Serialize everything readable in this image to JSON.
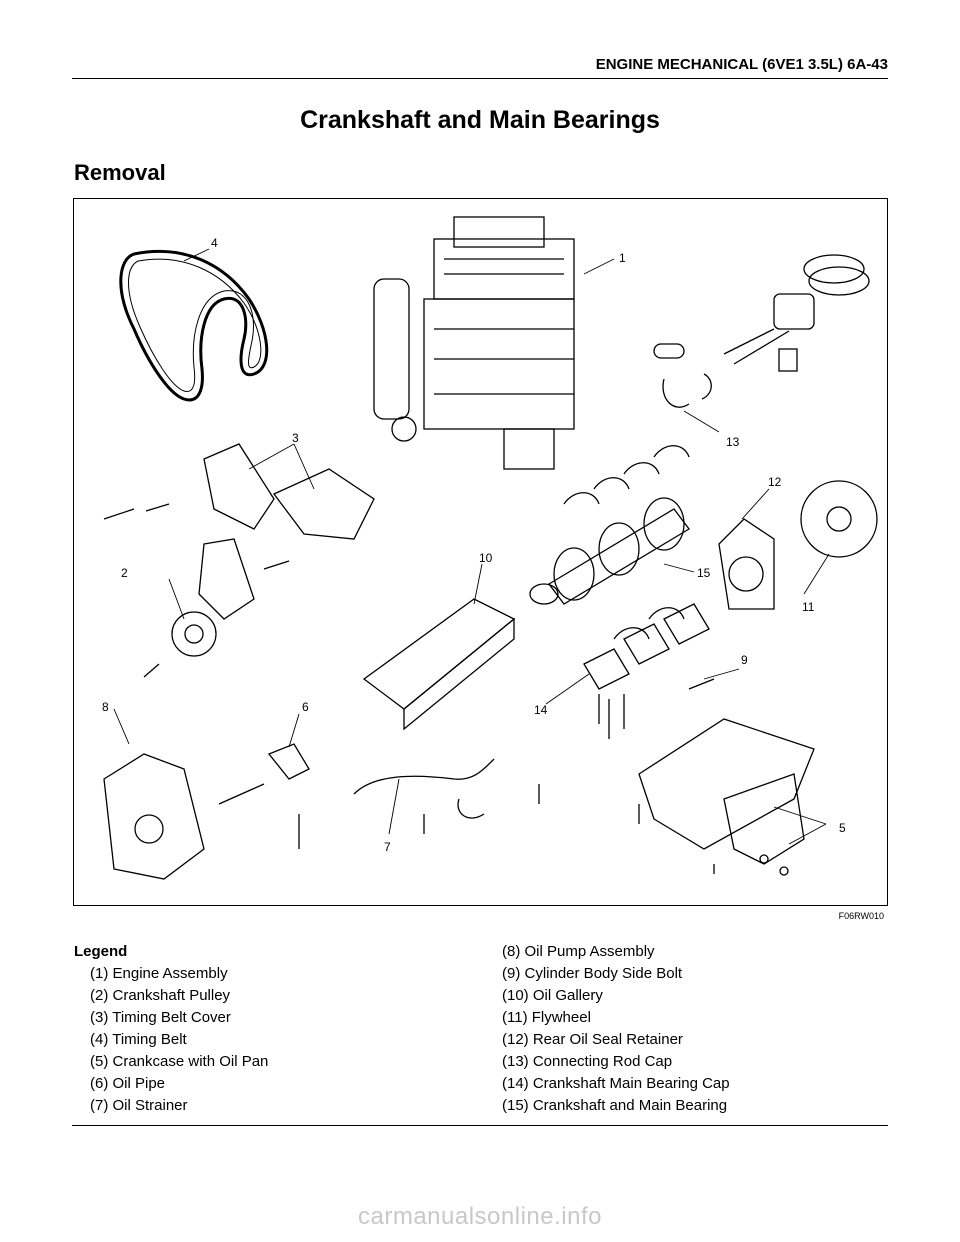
{
  "running_header": "ENGINE MECHANICAL (6VE1 3.5L)  6A-43",
  "page_title": "Crankshaft and Main Bearings",
  "section_heading": "Removal",
  "figure": {
    "code": "F06RW010",
    "callouts": [
      "1",
      "2",
      "3",
      "4",
      "5",
      "6",
      "7",
      "8",
      "9",
      "10",
      "11",
      "12",
      "13",
      "14",
      "15"
    ]
  },
  "legend": {
    "title": "Legend",
    "left_items": [
      "(1) Engine Assembly",
      "(2) Crankshaft Pulley",
      "(3) Timing Belt Cover",
      "(4) Timing Belt",
      "(5) Crankcase with Oil Pan",
      "(6) Oil Pipe",
      "(7) Oil Strainer"
    ],
    "right_items": [
      "(8) Oil Pump Assembly",
      "(9) Cylinder Body Side Bolt",
      "(10) Oil Gallery",
      "(11) Flywheel",
      "(12) Rear Oil Seal Retainer",
      "(13) Connecting Rod Cap",
      "(14) Crankshaft Main Bearing Cap",
      "(15) Crankshaft and Main Bearing"
    ]
  },
  "watermark": "carmanualsonline.info"
}
